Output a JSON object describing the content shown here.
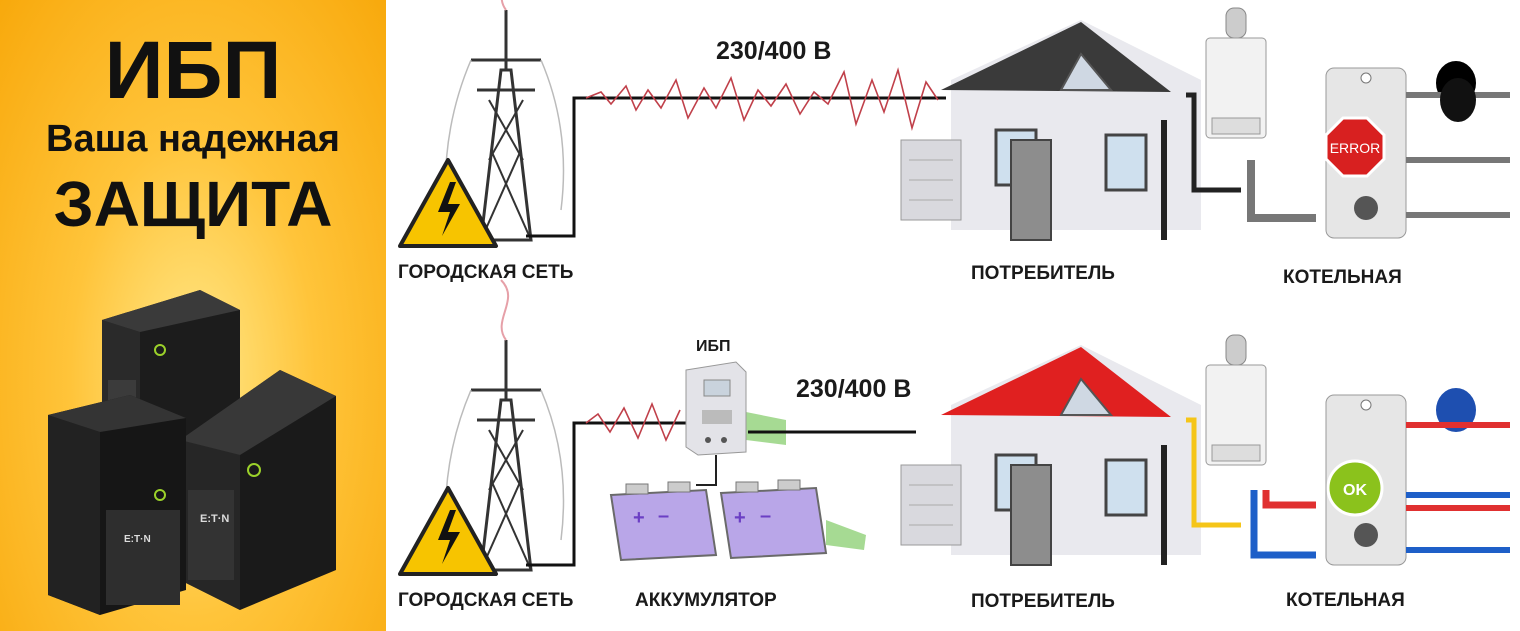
{
  "promo": {
    "title_line1": "ИБП",
    "title_line2": "Ваша надежная",
    "title_line3": "ЗАЩИТА",
    "device_logo": "E:T·N"
  },
  "top_row": {
    "voltage": "230/400 В",
    "grid_label": "ГОРОДСКАЯ СЕТЬ",
    "consumer_label": "ПОТРЕБИТЕЛЬ",
    "boiler_label": "КОТЕЛЬНАЯ",
    "status_sign": "ERROR"
  },
  "bottom_row": {
    "voltage": "230/400 В",
    "ups_label": "ИБП",
    "grid_label": "ГОРОДСКАЯ СЕТЬ",
    "battery_label": "АККУМУЛЯТОР",
    "consumer_label": "ПОТРЕБИТЕЛЬ",
    "boiler_label": "КОТЕЛЬНАЯ",
    "status_sign": "OK"
  },
  "colors": {
    "promo_bg": "#ffc43a",
    "error_sign": "#d82020",
    "ok_sign": "#8bc21c",
    "roof_top": "#3a3a3a",
    "roof_bottom": "#e02020",
    "hot_pipe": "#e03030",
    "cold_pipe": "#1e5fc8",
    "gas_pipe": "#f5c518"
  },
  "icons": [
    "warning-triangle-icon",
    "power-tower-icon",
    "house-icon",
    "gas-boiler-icon",
    "water-heater-icon",
    "expansion-tank-icon",
    "battery-icon",
    "ups-unit-icon"
  ]
}
